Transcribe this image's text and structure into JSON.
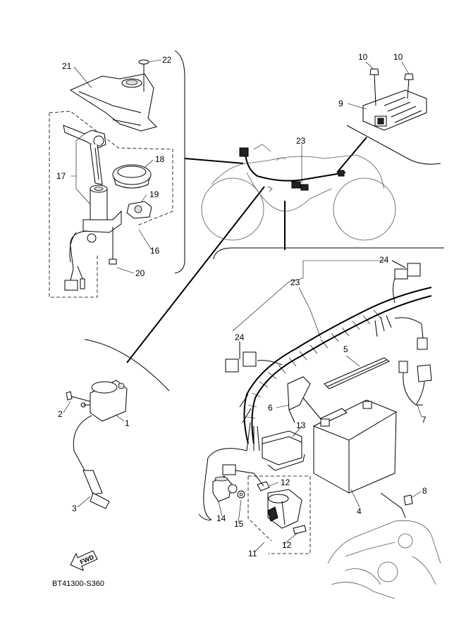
{
  "diagram": {
    "reference_code": "BT41300-S360",
    "fwd_label": "FWD",
    "callouts": {
      "c1": "1",
      "c2": "2",
      "c3": "3",
      "c4": "4",
      "c5": "5",
      "c6": "6",
      "c7": "7",
      "c8": "8",
      "c9": "9",
      "c10a": "10",
      "c10b": "10",
      "c11": "11",
      "c12a": "12",
      "c12b": "12",
      "c13": "13",
      "c14": "14",
      "c15": "15",
      "c16": "16",
      "c17": "17",
      "c18": "18",
      "c19": "19",
      "c20": "20",
      "c21": "21",
      "c22": "22",
      "c23a": "23",
      "c23b": "23",
      "c24a": "24",
      "c24b": "24"
    }
  }
}
